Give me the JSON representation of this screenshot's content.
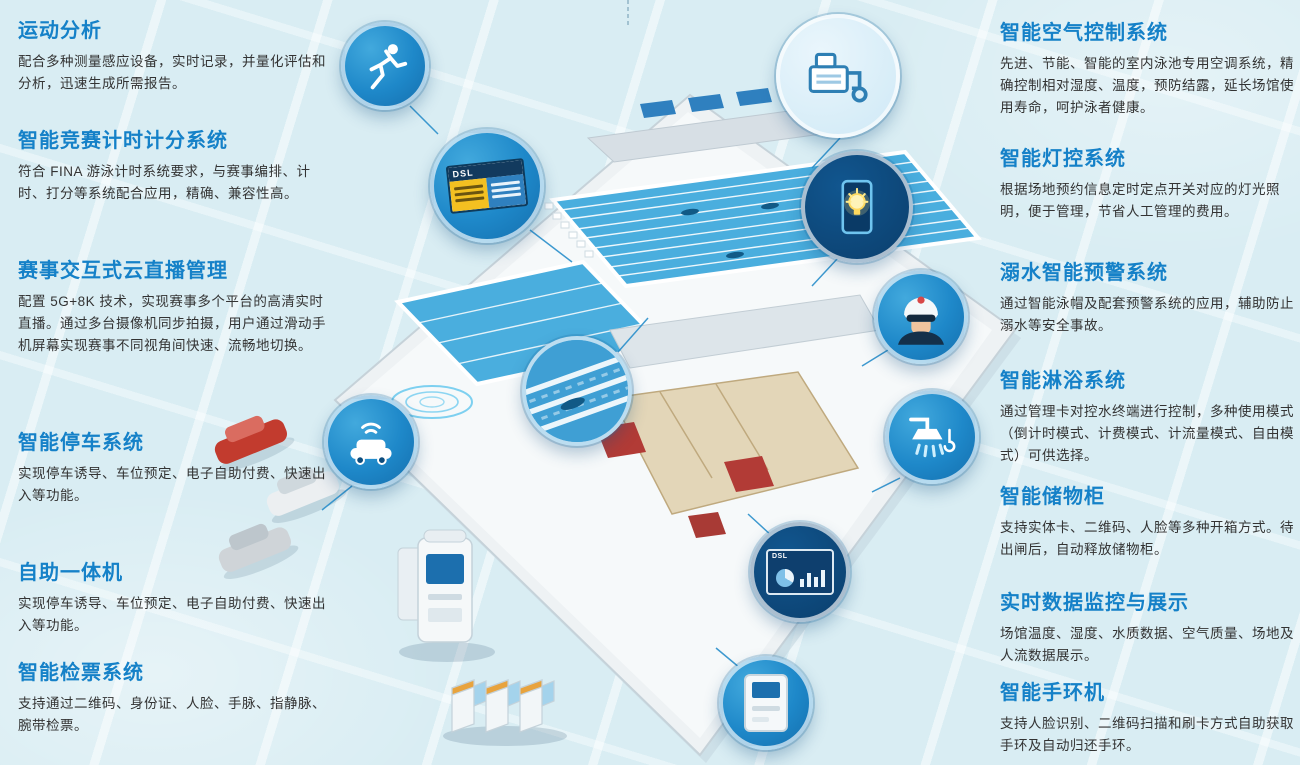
{
  "colors": {
    "background": "#d9edf3",
    "title_blue": "#1581c8",
    "body_text": "#333333",
    "badge_blue": "#1e88c9",
    "pool_blue": "#4aaede",
    "scoreboard_yellow": "#f3c021",
    "locker_red": "#b23b36",
    "car_red": "#c23b2e"
  },
  "left_panel": {
    "items": [
      {
        "title": "运动分析",
        "desc": "配合多种测量感应设备，实时记录，并量化评估和分析，迅速生成所需报告。"
      },
      {
        "title": "智能竞赛计时计分系统",
        "desc": "符合 FINA 游泳计时系统要求，与赛事编排、计时、打分等系统配合应用，精确、兼容性高。"
      },
      {
        "title": "赛事交互式云直播管理",
        "desc": "配置 5G+8K 技术，实现赛事多个平台的高清实时直播。通过多台摄像机同步拍摄，用户通过滑动手机屏幕实现赛事不同视角间快速、流畅地切换。"
      },
      {
        "title": "智能停车系统",
        "desc": "实现停车诱导、车位预定、电子自助付费、快速出入等功能。"
      },
      {
        "title": "自助一体机",
        "desc": "实现停车诱导、车位预定、电子自助付费、快速出入等功能。"
      },
      {
        "title": "智能检票系统",
        "desc": "支持通过二维码、身份证、人脸、手脉、指静脉、腕带检票。"
      }
    ]
  },
  "right_panel": {
    "items": [
      {
        "title": "智能空气控制系统",
        "desc": "先进、节能、智能的室内泳池专用空调系统，精确控制相对湿度、温度，预防结露，延长场馆使用寿命，呵护泳者健康。"
      },
      {
        "title": "智能灯控系统",
        "desc": "根据场地预约信息定时定点开关对应的灯光照明，便于管理，节省人工管理的费用。"
      },
      {
        "title": "溺水智能预警系统",
        "desc": "通过智能泳帽及配套预警系统的应用，辅助防止溺水等安全事故。"
      },
      {
        "title": "智能淋浴系统",
        "desc": "通过管理卡对控水终端进行控制，多种使用模式（倒计时模式、计费模式、计流量模式、自由模式）可供选择。"
      },
      {
        "title": "智能储物柜",
        "desc": "支持实体卡、二维码、人脸等多种开箱方式。待出闸后，自动释放储物柜。"
      },
      {
        "title": "实时数据监控与展示",
        "desc": "场馆温度、湿度、水质数据、空气质量、场地及人流数据展示。"
      },
      {
        "title": "智能手环机",
        "desc": "支持人脸识别、二维码扫描和刷卡方式自助获取手环及自动归还手环。"
      }
    ]
  },
  "illustration": {
    "scoreboard_label": "DSL",
    "screen_label": "DSL",
    "callout_icons": [
      "runner-icon",
      "scoreboard-icon",
      "hvac-icon",
      "lightbulb-icon",
      "swim-cap-icon",
      "shower-icon",
      "parking-car-icon",
      "pool-lanes-icon",
      "data-screen-icon",
      "wristband-machine-icon",
      "kiosk-icon",
      "turnstile-icon"
    ]
  }
}
